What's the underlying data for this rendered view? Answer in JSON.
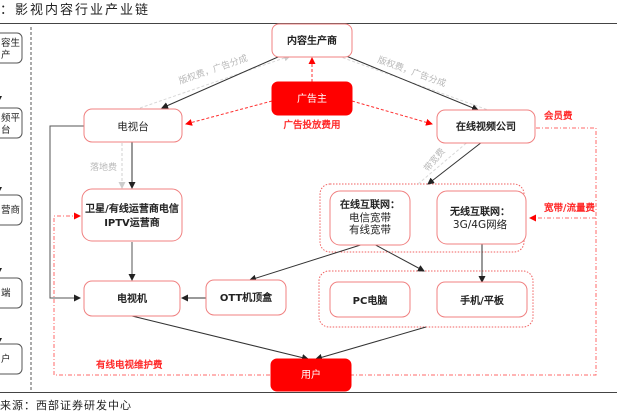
{
  "figure": {
    "title": "：影视内容行业产业链",
    "source": "来源：西部证券研发中心"
  },
  "sidebar": {
    "items": [
      {
        "line1": "容生",
        "line2": "产"
      },
      {
        "line1": "频平",
        "line2": "台"
      },
      {
        "line1": "营商",
        "line2": ""
      },
      {
        "line1": "端",
        "line2": ""
      },
      {
        "line1": "户",
        "line2": ""
      }
    ]
  },
  "nodes": {
    "content_producer": "内容生产商",
    "advertiser": "广告主",
    "tv_station": "电视台",
    "online_video": "在线视频公司",
    "operators_line1": "卫星/有线运营商电信",
    "operators_line2": "IPTV运营商",
    "wired_internet_title": "在线互联网：",
    "wired_internet_line1": "电信宽带",
    "wired_internet_line2": "有线宽带",
    "wireless_internet_title": "无线互联网：",
    "wireless_internet_line1": "3G/4G网络",
    "tv_set": "电视机",
    "ott_box": "OTT机顶盒",
    "pc": "PC电脑",
    "mobile_tablet": "手机/平板",
    "user": "用户"
  },
  "edge_labels": {
    "copyright_left": "版权费，广告分成",
    "copyright_right": "版权费，广告分成",
    "ad_fee": "广告投放费用",
    "landing_fee": "落地费",
    "bandwidth": "带宽费",
    "membership_fee": "会员费",
    "broadband_traffic_fee": "宽带/流量费",
    "cable_maintenance_fee": "有线电视维护费"
  },
  "colors": {
    "accent_red": "#ff0000",
    "node_border": "#f08080",
    "label_red": "#ff2a2a",
    "label_grey": "#b8b8b8",
    "arrow_dark": "#333333"
  }
}
